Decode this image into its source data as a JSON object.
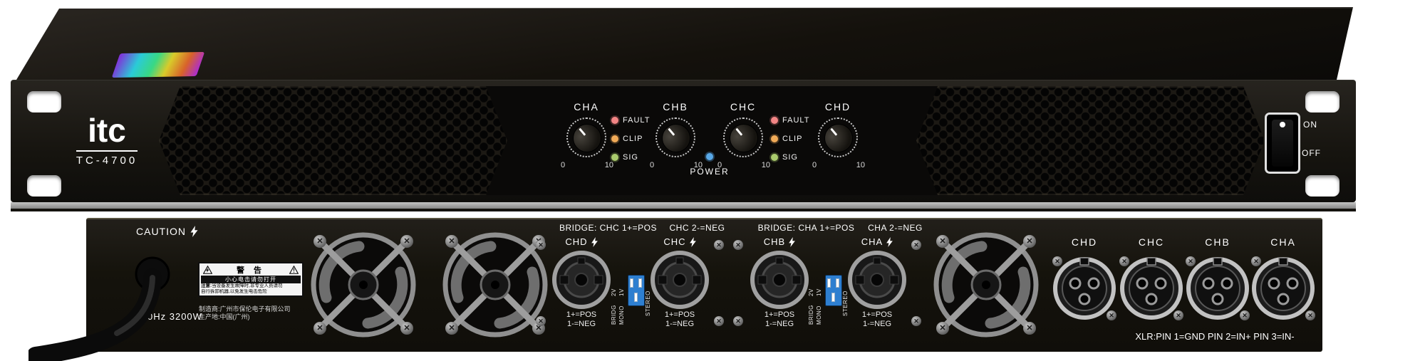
{
  "colors": {
    "chassis": "#15130f",
    "led_fault": "#f28585",
    "led_clip": "#f0aa58",
    "led_sig": "#aacb6d",
    "led_power": "#58a8e8",
    "dip_blue": "#2e7fd0"
  },
  "icons": {
    "screw": "✕"
  },
  "front": {
    "brand": "itc",
    "model": "TC-4700",
    "channels": [
      {
        "label": "CHA",
        "min": "0",
        "max": "10"
      },
      {
        "label": "CHB",
        "min": "0",
        "max": "10"
      },
      {
        "label": "CHC",
        "min": "0",
        "max": "10"
      },
      {
        "label": "CHD",
        "min": "0",
        "max": "10"
      }
    ],
    "led_groups": [
      {
        "fault": "FAULT",
        "clip": "CLIP",
        "sig": "SIG"
      },
      {
        "fault": "FAULT",
        "clip": "CLIP",
        "sig": "SIG"
      }
    ],
    "power_label": "POWER",
    "switch": {
      "on": "ON",
      "off": "OFF"
    }
  },
  "rear": {
    "caution": "CAUTION",
    "power_text": "0Hz 3200W",
    "manufacturer_line1": "制造商:广州市保伦电子有限公司",
    "manufacturer_line2": "生产地:中国(广州)",
    "warning": {
      "title": "警 告",
      "bar": "小心电击请勿打开",
      "note": "注意:",
      "line1": "当设备发生故障时,非专业人员请勿",
      "line2": "自行拆卸机器,以免发生电击危险"
    },
    "speakon_left": {
      "bridge1": "BRIDGE: CHC 1+=POS",
      "bridge2": "CHC 2-=NEG",
      "ch1": "CHD",
      "ch2": "CHC"
    },
    "speakon_right": {
      "bridge1": "BRIDGE: CHA 1+=POS",
      "bridge2": "CHA 2-=NEG",
      "ch1": "CHB",
      "ch2": "CHA"
    },
    "posneg": {
      "pos": "1+=POS",
      "neg": "1-=NEG"
    },
    "dip": {
      "v2": "2V",
      "v1": "1V",
      "bridg": "BRIDG",
      "mono": "MONO",
      "stereo": "STEREO"
    },
    "xlr": {
      "ch1": "CHD",
      "ch2": "CHC",
      "ch3": "CHB",
      "ch4": "CHA",
      "pin_text": "XLR:PIN 1=GND PIN 2=IN+ PIN 3=IN-"
    }
  }
}
